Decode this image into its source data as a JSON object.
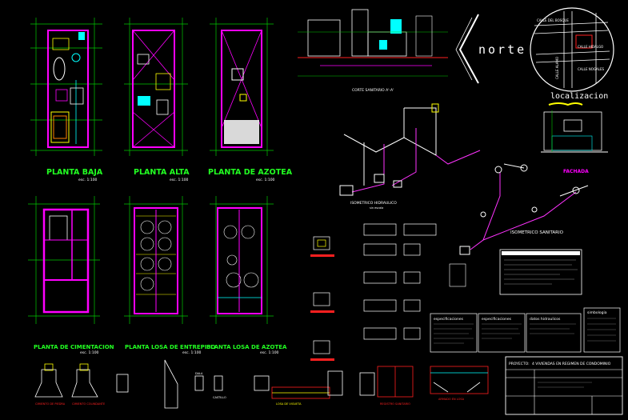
{
  "colors": {
    "background": "#000000",
    "grid": "#00c800",
    "walls": "#ff00ff",
    "text_green": "#22ff22",
    "text_white": "#ffffff",
    "pipes_magenta": "#ff33ff",
    "accent_yellow": "#ffff00",
    "accent_cyan": "#00ffff",
    "accent_red": "#ff2020"
  },
  "plans_top": {
    "planta_baja": "PLANTA BAJA",
    "planta_baja_scale": "esc. 1:100",
    "planta_alta": "PLANTA ALTA",
    "planta_alta_scale": "esc. 1:100",
    "planta_azotea": "PLANTA DE AZOTEA",
    "planta_azotea_scale": "esc. 1:100"
  },
  "plans_bottom": {
    "cimentacion": "PLANTA DE CIMENTACION",
    "cimentacion_scale": "esc. 1:100",
    "losa_entrepiso": "PLANTA LOSA DE ENTREPISO",
    "losa_entrepiso_scale": "esc. 1:100",
    "losa_azotea": "PLANTA LOSA DE AZOTEA",
    "losa_azotea_scale": "esc. 1:100"
  },
  "north": {
    "label": "norte"
  },
  "location": {
    "title": "localizacion",
    "streets": [
      "CALLE DEL BOSQUE",
      "CALLE HIDALGO",
      "CALLE ALAMO",
      "CALLE NOGALES"
    ]
  },
  "isometrics": {
    "hidraulico": "ISOMETRICO HIDRAULICO",
    "hidraulico_scale": "sin escala",
    "sanitario": "ISOMETRICO SANITARIO"
  },
  "facade": {
    "label": "FACHADA"
  },
  "section": {
    "label": "CORTE SANITARIO A'-A'"
  },
  "title_block": {
    "project_label": "PROYECTO:",
    "project_title": "4 VIVIENDAS EN REGIMEN DE CONDOMINIO"
  },
  "details": {
    "cimiento_1": "CIMIENTO DE PIEDRA",
    "cimiento_2": "CIMIENTO COLINDANTE",
    "dala": "DALA",
    "castillo": "CASTILLO",
    "losa": "LOSA DE VIGUETA",
    "registro": "REGISTRO SANITARIO",
    "armado": "ARMADO EN LOSA"
  },
  "specs": {
    "panel_1": "especificaciones",
    "panel_2": "especificaciones",
    "panel_3": "datos hidraulicos",
    "panel_4": "simbologia"
  }
}
